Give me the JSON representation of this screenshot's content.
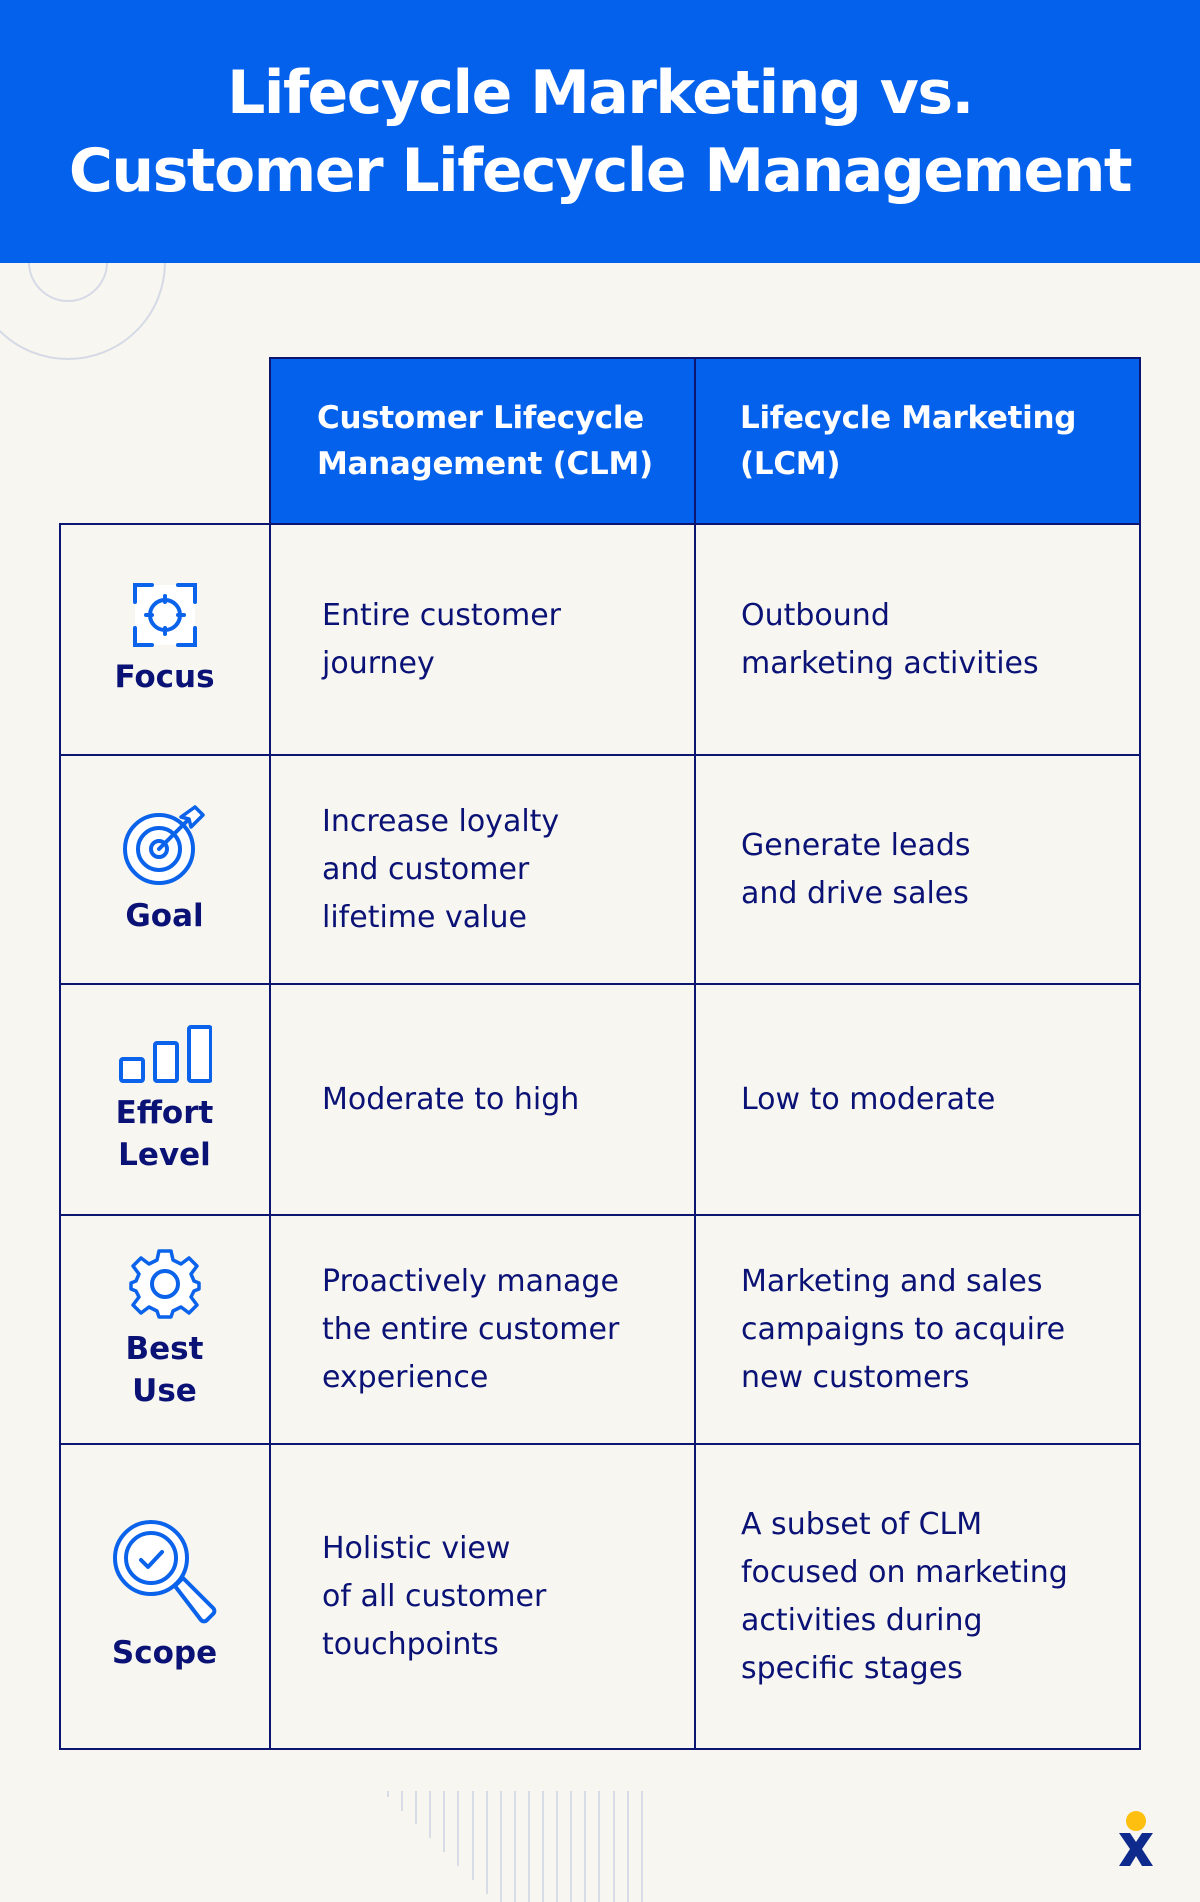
{
  "title": {
    "lines": [
      "Lifecycle Marketing vs.",
      "Customer Lifecycle Management"
    ]
  },
  "colors": {
    "brand_blue": "#0461ec",
    "navy": "#0b1275",
    "background": "#f7f6f0",
    "decor_gray": "#d5dae6",
    "logo_yellow": "#ffbf0f"
  },
  "table": {
    "columns": [
      {
        "lines": [
          "Customer Lifecycle",
          "Management (CLM)"
        ]
      },
      {
        "lines": [
          "Lifecycle Marketing",
          "(LCM)"
        ]
      }
    ],
    "rows": [
      {
        "icon": "focus-crosshair-icon",
        "label": [
          "Focus"
        ],
        "clm": [
          "Entire customer",
          "journey"
        ],
        "lcm": [
          "Outbound",
          "marketing activities"
        ]
      },
      {
        "icon": "target-arrow-icon",
        "label": [
          "Goal"
        ],
        "clm": [
          "Increase loyalty",
          "and customer",
          "lifetime value"
        ],
        "lcm": [
          "Generate leads",
          "and drive sales"
        ]
      },
      {
        "icon": "bar-chart-icon",
        "label": [
          "Effort",
          "Level"
        ],
        "clm": [
          "Moderate to high"
        ],
        "lcm": [
          "Low to moderate"
        ]
      },
      {
        "icon": "gear-icon",
        "label": [
          "Best",
          "Use"
        ],
        "clm": [
          "Proactively manage",
          "the entire customer",
          "experience"
        ],
        "lcm": [
          "Marketing and sales",
          "campaigns to acquire",
          "new customers"
        ]
      },
      {
        "icon": "magnifier-check-icon",
        "label": [
          "Scope"
        ],
        "clm": [
          "Holistic view",
          "of all customer",
          "touchpoints"
        ],
        "lcm": [
          "A subset of CLM",
          "focused on marketing",
          "activities during",
          "specific stages"
        ]
      }
    ]
  },
  "logo": {
    "icon": "brand-x-logo-icon"
  }
}
